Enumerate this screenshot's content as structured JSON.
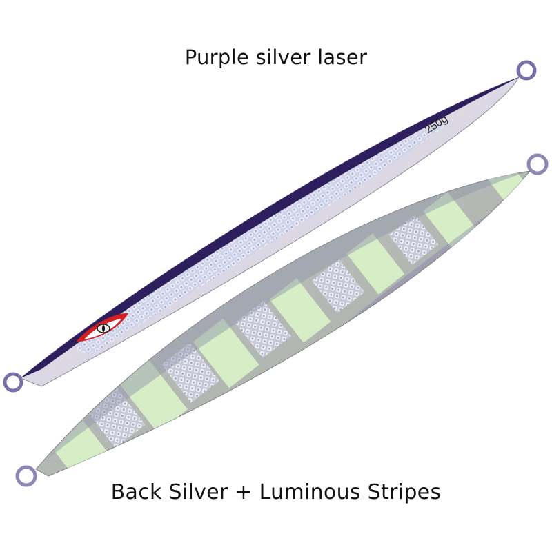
{
  "captions": {
    "top": "Purple silver laser",
    "bottom": "Back Silver + Luminous Stripes"
  },
  "lures": {
    "upper": {
      "weight_label": "250g",
      "back_color": "#2d1f5e",
      "body_color": "#d9d9e6"
    },
    "lower": {
      "glow_color": "#d8f0c8",
      "body_color": "#b9bdb9"
    }
  },
  "colors": {
    "background": "#ffffff",
    "eye_red": "#d42020"
  }
}
